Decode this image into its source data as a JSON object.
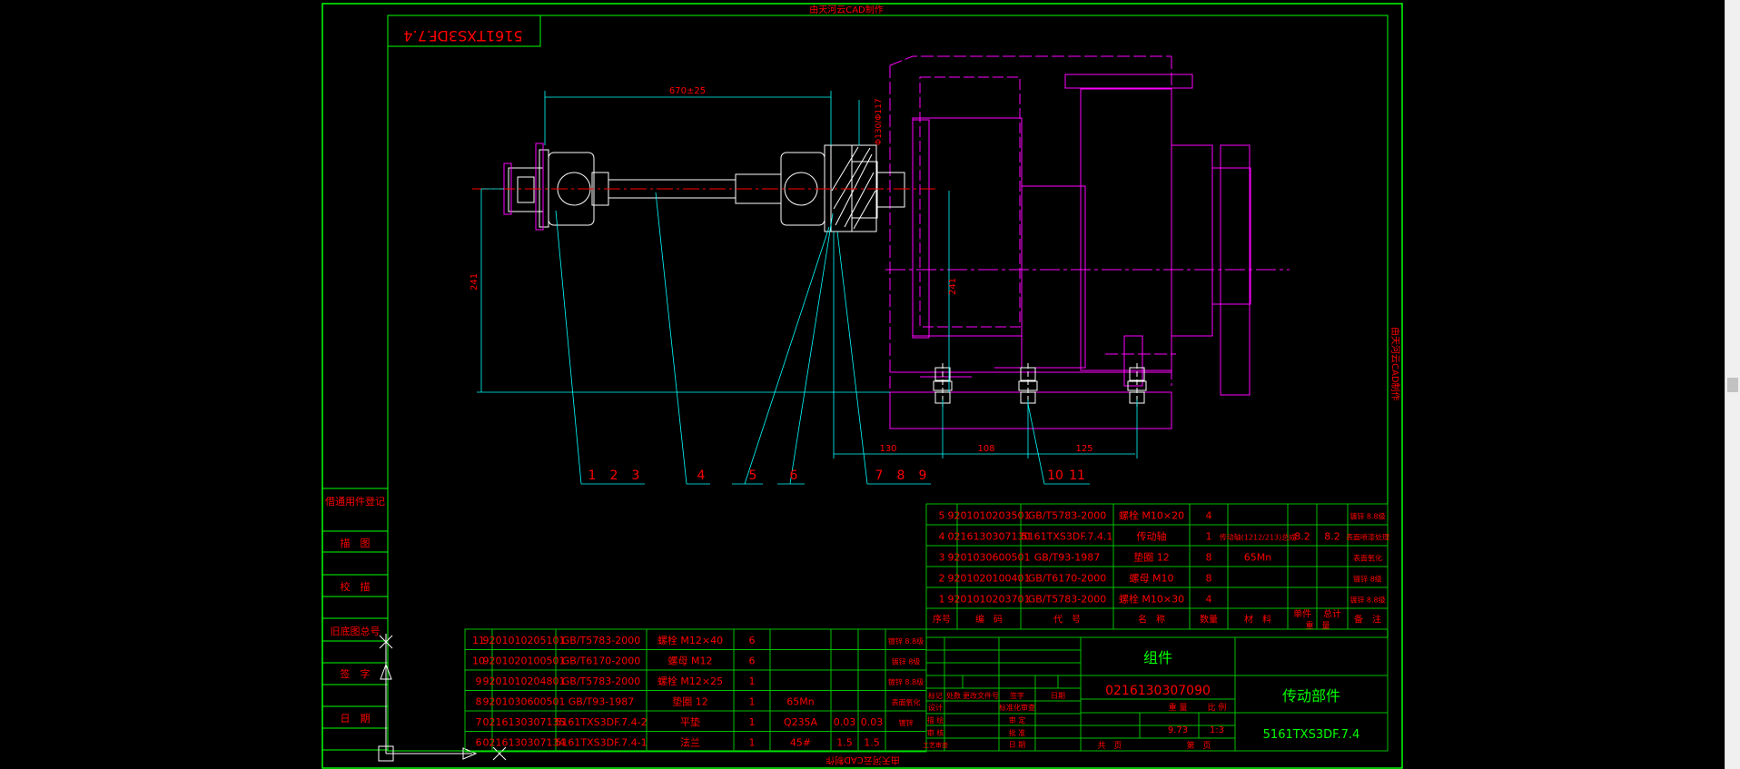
{
  "frame": {
    "watermark_top": "由天河云CAD制作",
    "watermark_bottom": "由天河云CAD制作",
    "watermark_right": "由天河云CAD制作",
    "reversed_code": "5161TXS3DF.7.4"
  },
  "left_panel": [
    "借通用件登记",
    "描　图",
    "校　描",
    "旧底图总号",
    "签　字",
    "日　期"
  ],
  "dimensions": {
    "overall_length": "670±25",
    "flange_dia": "Φ130/Φ117",
    "height": "241",
    "height_right": "241",
    "bolt_spacing": [
      "130",
      "108",
      "125"
    ]
  },
  "balloon_groups": [
    [
      "1",
      "2",
      "3"
    ],
    [
      "4"
    ],
    [
      "5"
    ],
    [
      "6"
    ],
    [
      "7",
      "8",
      "9"
    ],
    [
      "10",
      "11"
    ]
  ],
  "bom_upper": [
    {
      "no": "5",
      "code": "9201010203501",
      "std": "GB/T5783-2000",
      "name": "螺栓 M10×20",
      "qty": "4",
      "mat": "",
      "w1": "",
      "w2": "",
      "note": "镀锌 8.8级"
    },
    {
      "no": "4",
      "code": "0216130307130",
      "std": "5161TXS3DF.7.4.1",
      "name": "传动轴",
      "qty": "1",
      "mat": "传动轴(1212/213)总成",
      "w1": "8.2",
      "w2": "8.2",
      "note": "表面喷漆处理"
    },
    {
      "no": "3",
      "code": "9201030600501",
      "std": "GB/T93-1987",
      "name": "垫圈 12",
      "qty": "8",
      "mat": "65Mn",
      "w1": "",
      "w2": "",
      "note": "表面氧化"
    },
    {
      "no": "2",
      "code": "9201020100401",
      "std": "GB/T6170-2000",
      "name": "螺母 M10",
      "qty": "8",
      "mat": "",
      "w1": "",
      "w2": "",
      "note": "镀锌 8级"
    },
    {
      "no": "1",
      "code": "9201010203701",
      "std": "GB/T5783-2000",
      "name": "螺栓 M10×30",
      "qty": "4",
      "mat": "",
      "w1": "",
      "w2": "",
      "note": "镀锌 8.8级"
    }
  ],
  "bom_upper_header": [
    "序号",
    "编　码",
    "代　号",
    "名　称",
    "数量",
    "材　料",
    "单件",
    "总计",
    "备　注"
  ],
  "bom_upper_header_weight": "重　量",
  "bom_lower": [
    {
      "no": "11",
      "code": "9201010205101",
      "std": "GB/T5783-2000",
      "name": "螺栓 M12×40",
      "qty": "6",
      "mat": "",
      "w1": "",
      "w2": "",
      "note": "镀锌 8.8级"
    },
    {
      "no": "10",
      "code": "9201020100501",
      "std": "GB/T6170-2000",
      "name": "螺母 M12",
      "qty": "6",
      "mat": "",
      "w1": "",
      "w2": "",
      "note": "镀锌 8级"
    },
    {
      "no": "9",
      "code": "9201010204801",
      "std": "GB/T5783-2000",
      "name": "螺栓 M12×25",
      "qty": "1",
      "mat": "",
      "w1": "",
      "w2": "",
      "note": "镀锌 8.8级"
    },
    {
      "no": "8",
      "code": "9201030600501",
      "std": "GB/T93-1987",
      "name": "垫圈 12",
      "qty": "1",
      "mat": "65Mn",
      "w1": "",
      "w2": "",
      "note": "表面氧化"
    },
    {
      "no": "7",
      "code": "0216130307135",
      "std": "5161TXS3DF.7.4-2",
      "name": "平垫",
      "qty": "1",
      "mat": "Q235A",
      "w1": "0.03",
      "w2": "0.03",
      "note": "镀锌"
    },
    {
      "no": "6",
      "code": "0216130307134",
      "std": "5161TXS3DF.7.4-1",
      "name": "法兰",
      "qty": "1",
      "mat": "45#",
      "w1": "1.5",
      "w2": "1.5",
      "note": ""
    }
  ],
  "title_block": {
    "category": "组件",
    "drawing_code": "0216130307090",
    "name": "传动部件",
    "drawing_no": "5161TXS3DF.7.4",
    "weight": "9.73",
    "scale": "1:3",
    "weight_label": "重 量",
    "scale_label": "比 例",
    "rev_headers": [
      "标记",
      "处数",
      "更改文件号",
      "签字",
      "日期"
    ],
    "roles": [
      "设计",
      "描 绘",
      "审 核",
      "工艺审查"
    ],
    "roles_right": [
      "标准化审查",
      "审 定",
      "批 准",
      "日 期"
    ],
    "sheet_left": "共　页",
    "sheet_right": "第　页"
  },
  "colors": {
    "frame": "#00ff00",
    "text": "#ff0000",
    "part": "#ffffff",
    "gearbox": "#ff00ff",
    "dim": "#00ffff",
    "table_line": "#00c000",
    "bg": "#000000"
  }
}
